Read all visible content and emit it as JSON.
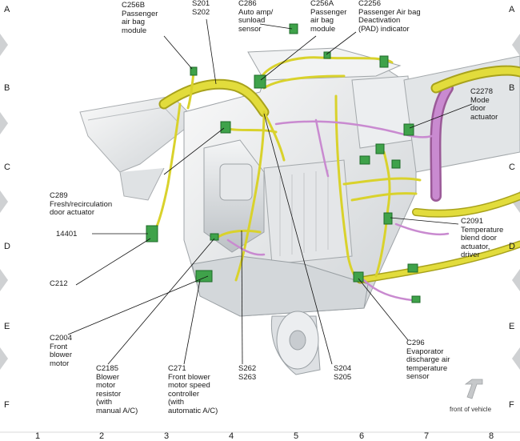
{
  "grid": {
    "rows": [
      "A",
      "B",
      "C",
      "D",
      "E",
      "F"
    ],
    "cols": [
      "1",
      "2",
      "3",
      "4",
      "5",
      "6",
      "7",
      "8"
    ]
  },
  "labels": {
    "c256b": "C256B\nPassenger\nair bag\nmodule",
    "s201": "S201\nS202",
    "c286": "C286\nAuto amp/\nsunload\nsensor",
    "c256a": "C256A\nPassenger\nair bag\nmodule",
    "c2256": "C2256\nPassenger Air bag\nDeactivation\n(PAD) indicator",
    "c2278": "C2278\nMode\ndoor\nactuator",
    "c289": "C289\nFresh/recirculation\ndoor actuator",
    "p14401": "14401",
    "c212": "C212",
    "c2091": "C2091\nTemperature\nblend door\nactuator,\ndriver",
    "c2004": "C2004\nFront\nblower\nmotor",
    "c296": "C296\nEvaporator\ndischarge air\ntemperature\nsensor",
    "c2185": "C2185\nBlower\nmotor\nresistor\n(with\nmanual A/C)",
    "c271": "C271\nFront blower\nmotor speed\ncontroller\n(with\nautomatic A/C)",
    "s262": "S262\nS263",
    "s204": "S204\nS205"
  },
  "front_of_vehicle": "front of vehicle",
  "colors": {
    "harness_yellow": "#e2dc3c",
    "harness_yellow_dark": "#a8a21c",
    "pink_wire": "#c98ad0",
    "connector_green": "#3fa24a",
    "housing": "#e9ebec",
    "grid_marker": "#cfd1d3"
  }
}
